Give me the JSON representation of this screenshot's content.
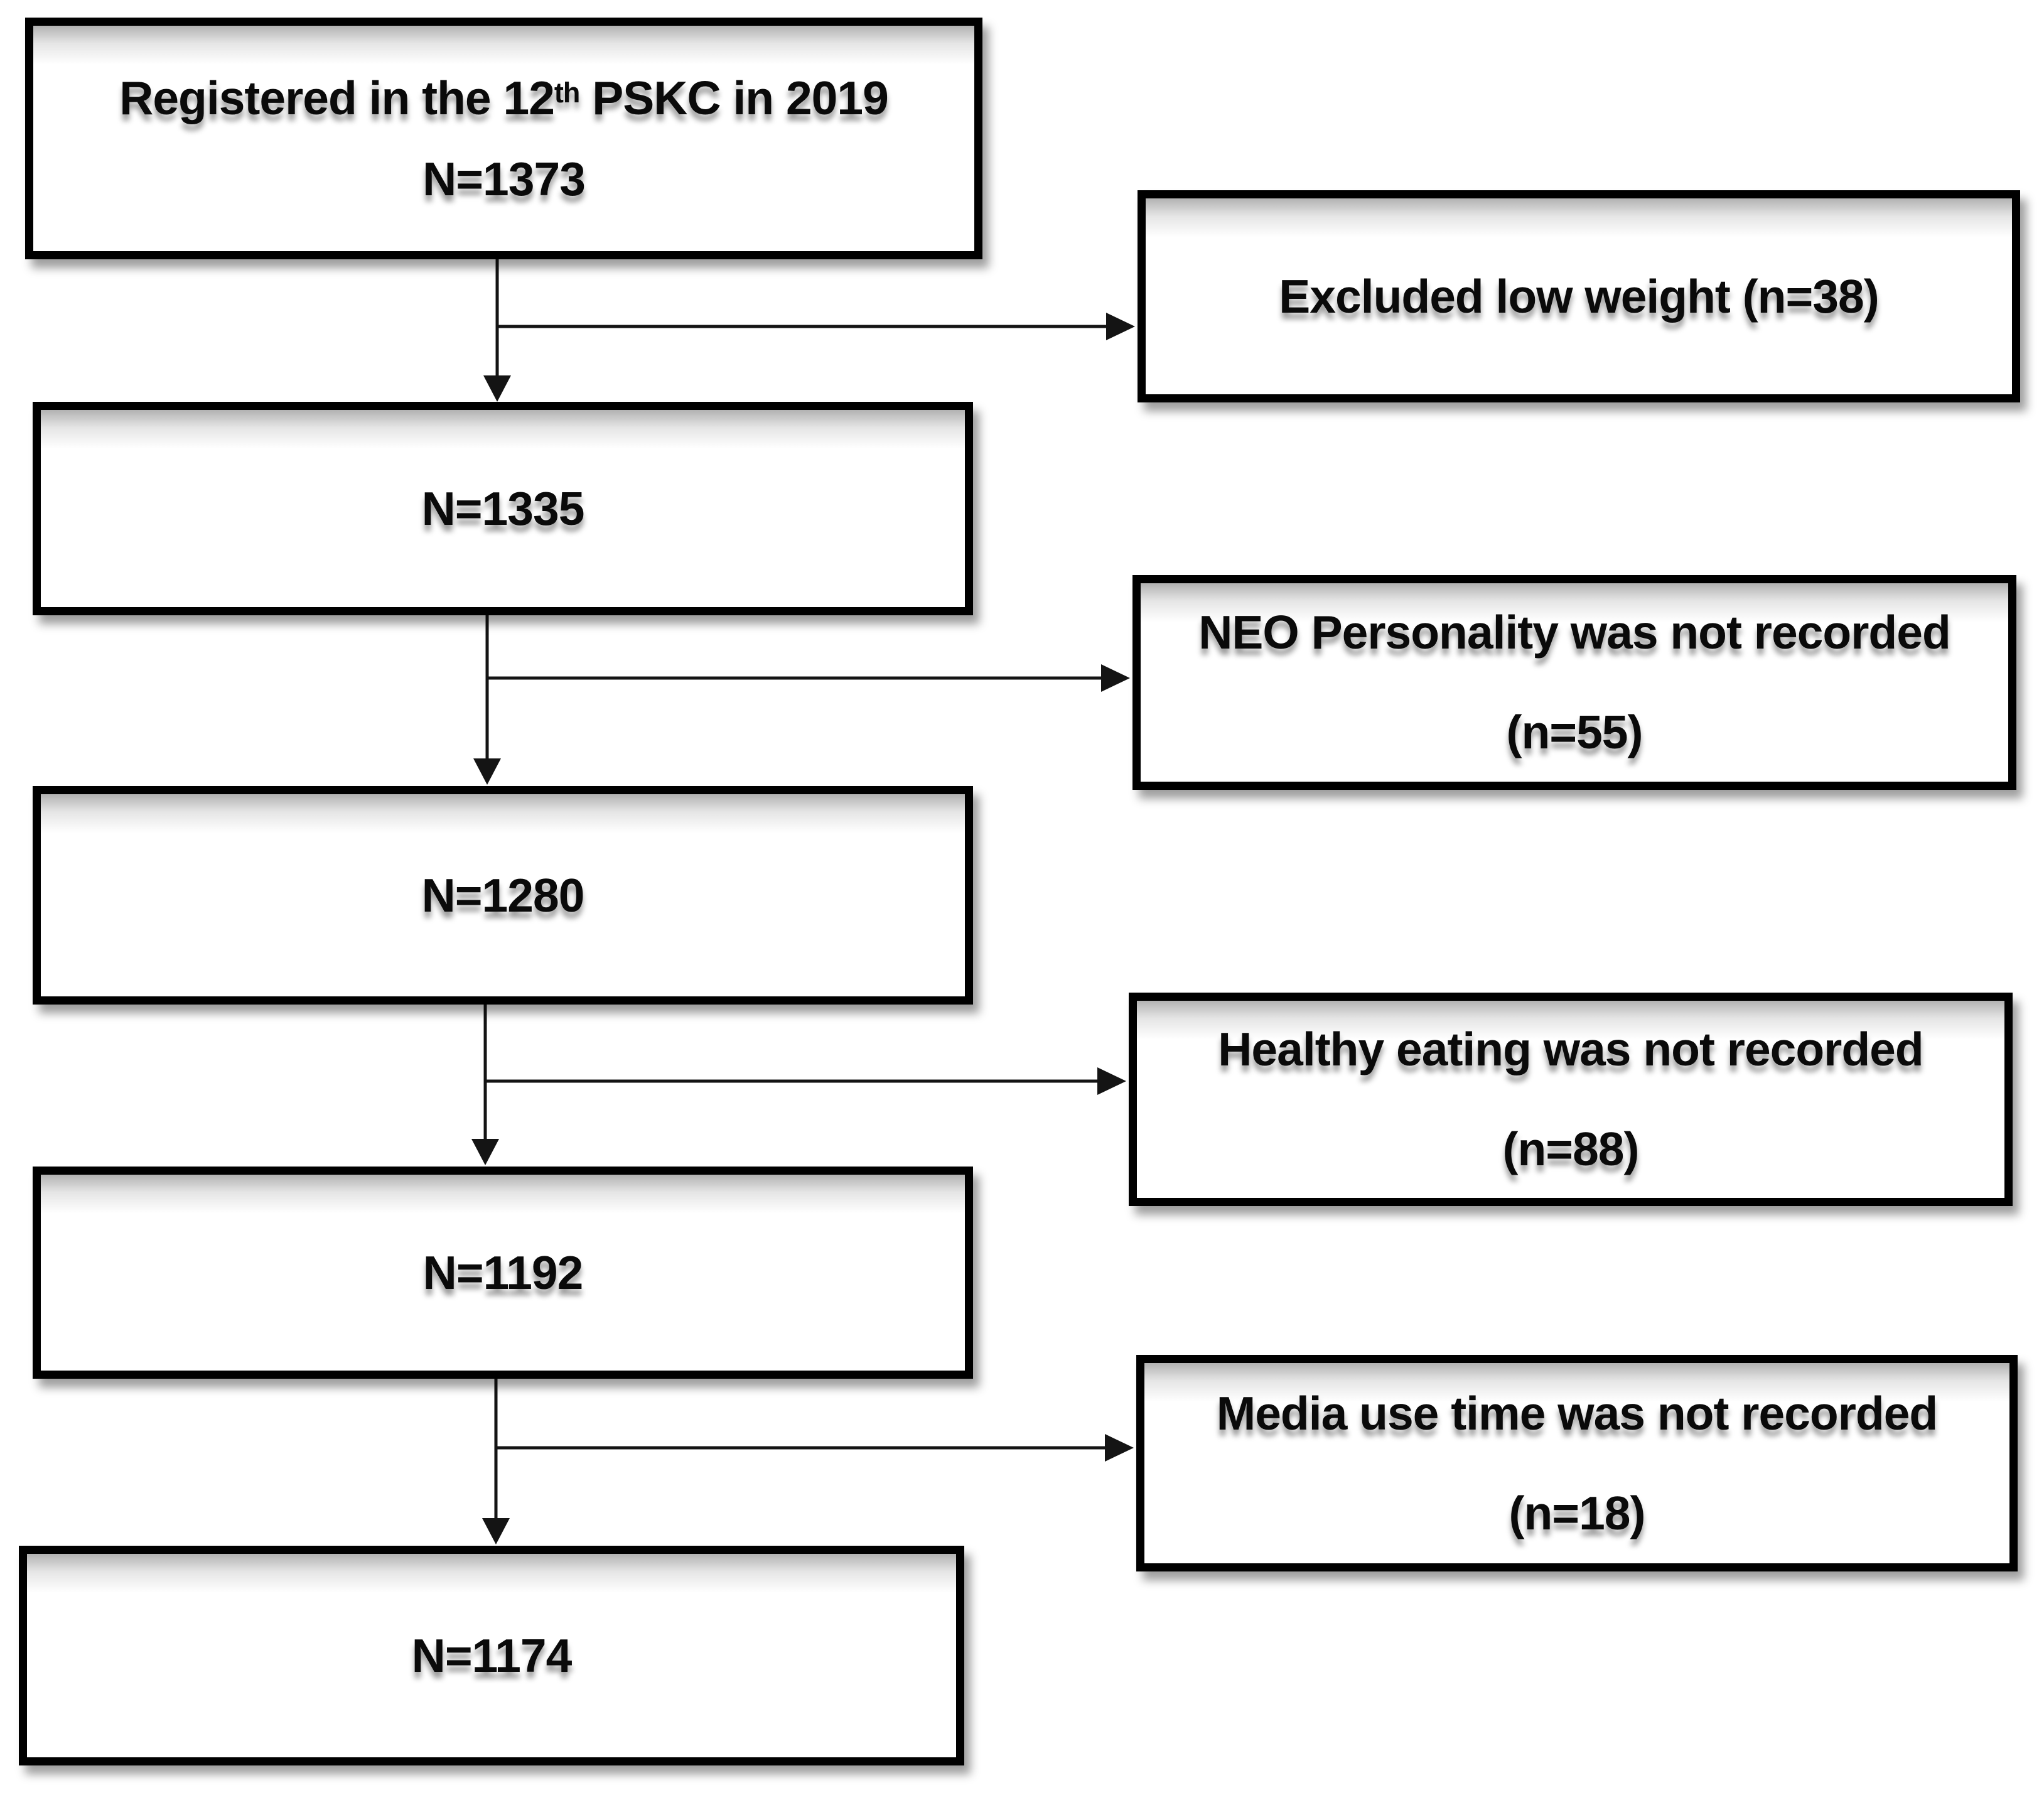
{
  "diagram": {
    "title_box": {
      "title_pre": "Registered in the 12",
      "title_sup": "th",
      "title_post": " PSKC in 2019",
      "count": "N=1373"
    },
    "main_boxes": [
      {
        "count": "N=1335"
      },
      {
        "count": "N=1280"
      },
      {
        "count": "N=1192"
      },
      {
        "count": "N=1174"
      }
    ],
    "exclusion_boxes": [
      {
        "line1": "Excluded low weight (n=38)"
      },
      {
        "line1": "NEO Personality was not recorded",
        "line2": "(n=55)"
      },
      {
        "line1": "Healthy eating was not recorded",
        "line2": "(n=88)"
      },
      {
        "line1": "Media use time was not recorded",
        "line2": "(n=18)"
      }
    ]
  }
}
